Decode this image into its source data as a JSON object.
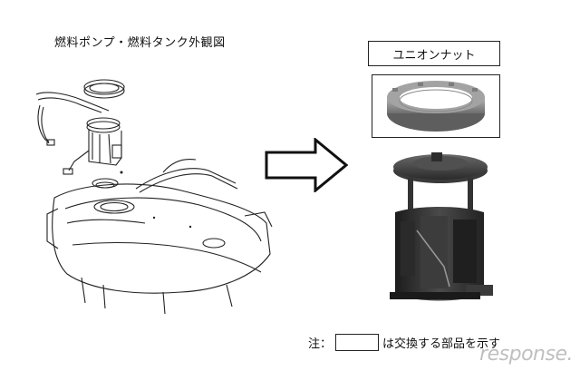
{
  "title": "燃料ポンプ・燃料タンク外観図",
  "part_label": "ユニオンナット",
  "note": {
    "prefix": "注：",
    "suffix": "は交換する部品を示す"
  },
  "watermark": "response."
}
